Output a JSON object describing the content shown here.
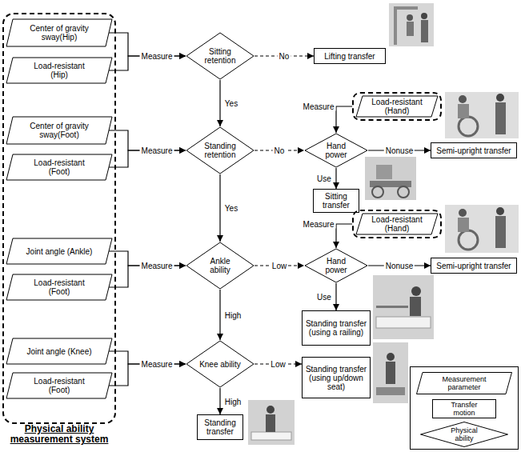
{
  "diagram": {
    "nodes": [
      {
        "text": [
          "Physical ability measurement system"
        ]
      },
      {
        "text": [
          "Center of gravity sway(Hip)"
        ],
        "in": 0
      },
      {
        "text": [
          "Load-resistant (Hip)"
        ],
        "in": 0
      },
      {
        "text": [
          "Sitting retention"
        ]
      },
      {
        "text": [
          "Lifting transfer"
        ]
      },
      {
        "text": [
          "Load-resistant (Hand)"
        ]
      },
      {
        "text": [
          "Center of gravity sway(Foot)"
        ],
        "in": 0
      },
      {
        "text": [
          "Load-resistant (Foot)"
        ],
        "in": 0
      },
      {
        "text": [
          "Standing retention"
        ]
      },
      {
        "text": [
          "Hand power"
        ]
      },
      {
        "text": [
          "Semi-upright transfer"
        ]
      },
      {
        "text": [
          "Sitting transfer"
        ]
      },
      {
        "text": [
          "Load-resistant (Hand)"
        ]
      },
      {
        "text": [
          "Joint angle (Ankle)"
        ],
        "in": 0
      },
      {
        "text": [
          "Load-resistant (Foot)"
        ],
        "in": 0
      },
      {
        "text": [
          "Ankle ability"
        ]
      },
      {
        "text": [
          "Hand power"
        ]
      },
      {
        "text": [
          "Semi-upright transfer"
        ]
      },
      {
        "text": [
          "Standing transfer (using a railing)"
        ]
      },
      {
        "text": [
          "Joint angle (Knee)"
        ],
        "in": 0
      },
      {
        "text": [
          "Load-resistant (Foot)"
        ],
        "in": 0
      },
      {
        "text": [
          "Knee ability"
        ]
      },
      {
        "text": [
          "Standing transfer (using up/down seat)"
        ]
      },
      {
        "text": [
          "Standing transfer"
        ]
      }
    ],
    "edges": [
      {
        "from": 1,
        "to": 3,
        "label": "Measure",
        "arrow": "to"
      },
      {
        "from": 2,
        "to": 3,
        "arrow": "to"
      },
      {
        "from": 3,
        "to": 4,
        "label": "No",
        "arrow": "to"
      },
      {
        "from": 3,
        "to": 8,
        "label": "Yes",
        "arrow": "to"
      },
      {
        "from": 6,
        "to": 8,
        "label": "Measure",
        "arrow": "to"
      },
      {
        "from": 7,
        "to": 8,
        "arrow": "to"
      },
      {
        "from": 8,
        "to": 9,
        "label": "No",
        "arrow": "to"
      },
      {
        "from": 5,
        "to": 9,
        "label": "Measure",
        "arrow": "to"
      },
      {
        "from": 9,
        "to": 10,
        "label": "Nonuse",
        "arrow": "to"
      },
      {
        "from": 9,
        "to": 11,
        "label": "Use",
        "arrow": "to"
      },
      {
        "from": 8,
        "to": 15,
        "label": "Yes",
        "arrow": "to"
      },
      {
        "from": 13,
        "to": 15,
        "label": "Measure",
        "arrow": "to"
      },
      {
        "from": 14,
        "to": 15,
        "arrow": "to"
      },
      {
        "from": 15,
        "to": 16,
        "label": "Low",
        "arrow": "to"
      },
      {
        "from": 12,
        "to": 16,
        "label": "Measure",
        "arrow": "to"
      },
      {
        "from": 16,
        "to": 17,
        "label": "Nonuse",
        "arrow": "to"
      },
      {
        "from": 16,
        "to": 18,
        "label": "Use",
        "arrow": "to"
      },
      {
        "from": 15,
        "to": 21,
        "label": "High",
        "arrow": "to"
      },
      {
        "from": 19,
        "to": 21,
        "label": "Measure",
        "arrow": "to"
      },
      {
        "from": 20,
        "to": 21,
        "arrow": "to"
      },
      {
        "from": 21,
        "to": 22,
        "label": "Low",
        "arrow": "to"
      },
      {
        "from": 21,
        "to": 23,
        "label": "High",
        "arrow": "to"
      }
    ],
    "legend": [
      {
        "text": "Measurement parameter"
      },
      {
        "text": "Transfer motion"
      },
      {
        "text": "Physical ability"
      }
    ]
  }
}
